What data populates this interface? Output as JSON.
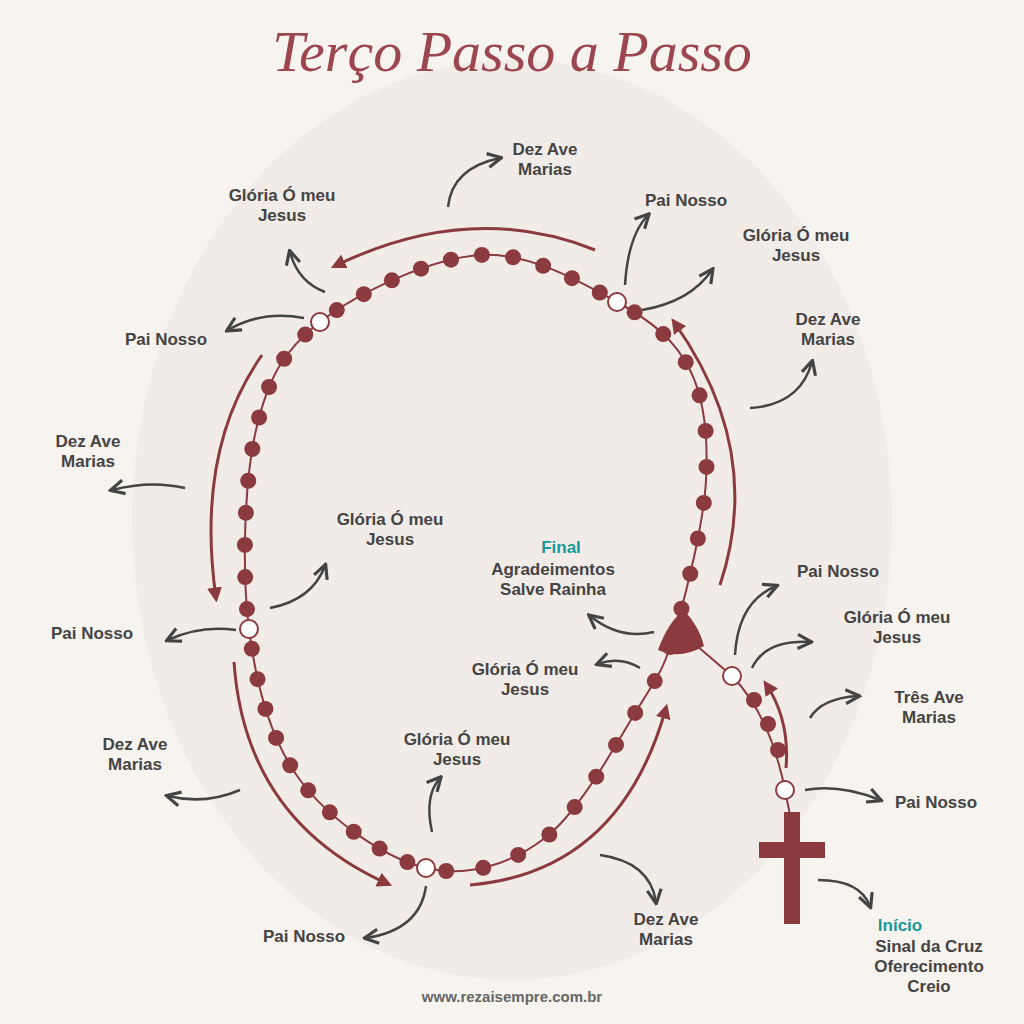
{
  "diagram": {
    "title": "Terço Passo a Passo",
    "caption": "www.rezaisempre.com.br",
    "labels": [
      "Dez Ave Marias",
      "Glória Ó meu Jesus",
      "Pai Nosso",
      "Glória Ó meu Jesus",
      "Pai Nosso",
      "Dez Ave Marias",
      "Dez Ave Marias",
      "Glória Ó meu Jesus",
      "Final",
      "Agradeimentos Salve Rainha",
      "Pai Nosso",
      "Glória Ó meu Jesus",
      "Pai Nosso",
      "Glória Ó meu Jesus",
      "Três Ave Marias",
      "Dez Ave Marias",
      "Glória Ó meu Jesus",
      "Pai Nosso",
      "Dez Ave Marias",
      "Pai Nosso",
      "Início",
      "Sinal da Cruz Oferecimento Creio"
    ]
  }
}
